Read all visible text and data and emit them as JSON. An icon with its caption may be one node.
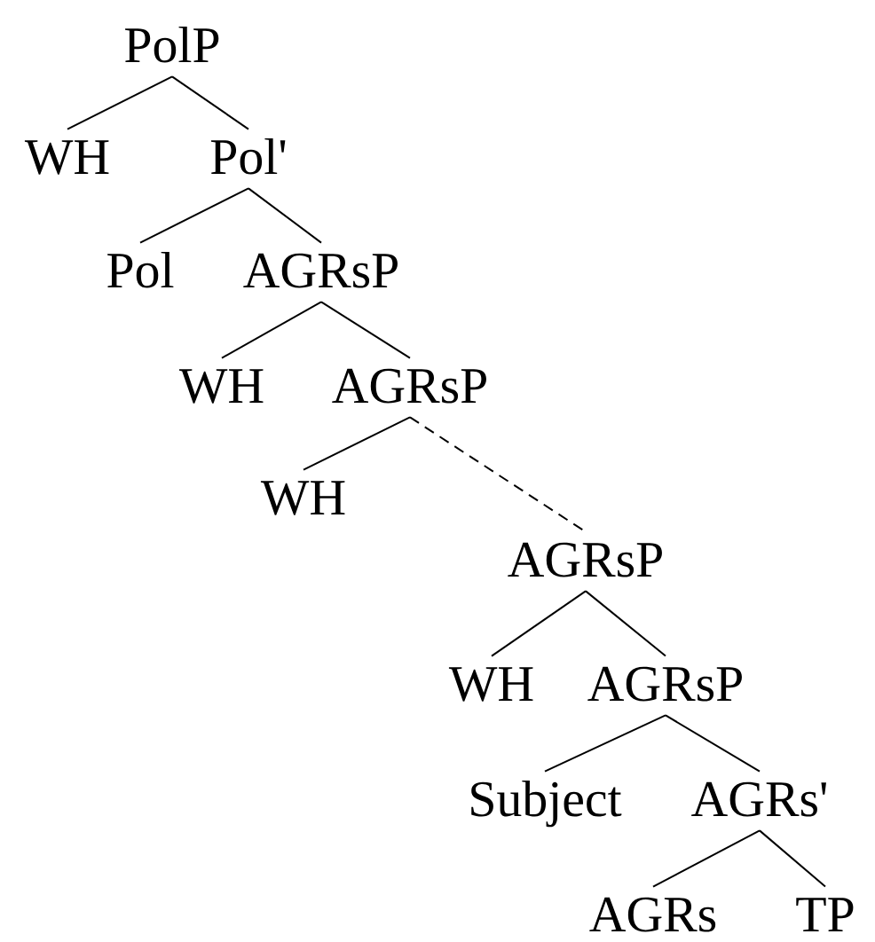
{
  "diagram": {
    "nodes": [
      {
        "text": [
          "PolP"
        ]
      },
      {
        "text": [
          "WH"
        ]
      },
      {
        "text": [
          "Pol'"
        ]
      },
      {
        "text": [
          "Pol"
        ]
      },
      {
        "text": [
          "AGRsP"
        ]
      },
      {
        "text": [
          "WH"
        ]
      },
      {
        "text": [
          "AGRsP"
        ]
      },
      {
        "text": [
          "WH"
        ]
      },
      {
        "text": [
          "AGRsP"
        ]
      },
      {
        "text": [
          "WH"
        ]
      },
      {
        "text": [
          "AGRsP"
        ]
      },
      {
        "text": [
          "Subject"
        ]
      },
      {
        "text": [
          "AGRs'"
        ]
      },
      {
        "text": [
          "AGRs"
        ]
      },
      {
        "text": [
          "TP"
        ]
      }
    ],
    "edges": [
      {
        "from": 0,
        "to": 1,
        "arrow": "none"
      },
      {
        "from": 0,
        "to": 2,
        "arrow": "none"
      },
      {
        "from": 2,
        "to": 3,
        "arrow": "none"
      },
      {
        "from": 2,
        "to": 4,
        "arrow": "none"
      },
      {
        "from": 4,
        "to": 5,
        "arrow": "none"
      },
      {
        "from": 4,
        "to": 6,
        "arrow": "none"
      },
      {
        "from": 6,
        "to": 7,
        "arrow": "none"
      },
      {
        "from": 6,
        "to": 8,
        "arrow": "none",
        "style": "dashed"
      },
      {
        "from": 8,
        "to": 9,
        "arrow": "none"
      },
      {
        "from": 8,
        "to": 10,
        "arrow": "none"
      },
      {
        "from": 10,
        "to": 11,
        "arrow": "none"
      },
      {
        "from": 10,
        "to": 12,
        "arrow": "none"
      },
      {
        "from": 12,
        "to": 13,
        "arrow": "none"
      },
      {
        "from": 12,
        "to": 14,
        "arrow": "none"
      }
    ]
  }
}
